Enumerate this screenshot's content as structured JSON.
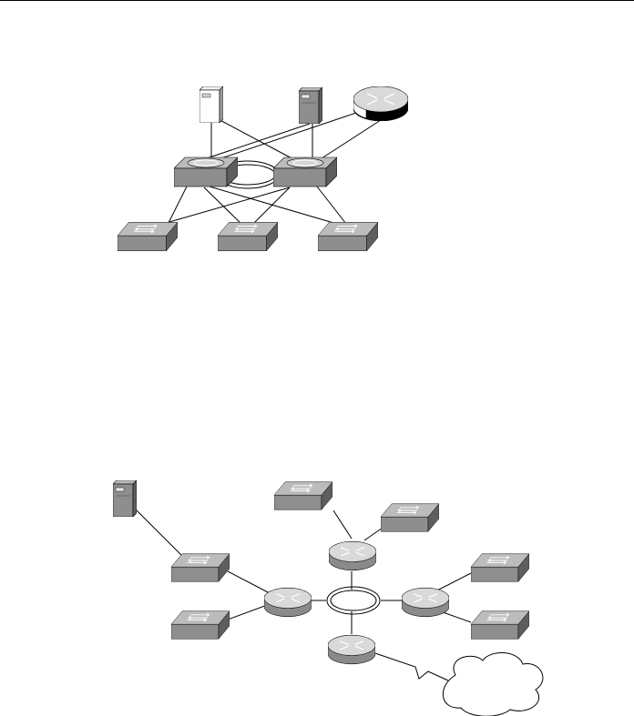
{
  "colors": {
    "device_face": "#8e8e8e",
    "device_side": "#5e5e5e",
    "device_top": "#bcbcbc",
    "router_top": "#d9d9d9",
    "router_body": "#8a8a8a",
    "router_dark_band": "#000000",
    "ring_stroke": "#000000",
    "cloud_fill": "#ffffff",
    "line": "#000000"
  },
  "diagrams": [
    {
      "id": "campus-network",
      "devices": [
        {
          "name": "tower-server-1-icon",
          "kind": "tower-server"
        },
        {
          "name": "tower-server-2-icon",
          "kind": "tower-server"
        },
        {
          "name": "edge-router-icon",
          "kind": "router-dark"
        },
        {
          "name": "multilayer-switch-1-icon",
          "kind": "multilayer-switch"
        },
        {
          "name": "multilayer-switch-2-icon",
          "kind": "multilayer-switch"
        },
        {
          "name": "access-switch-1-icon",
          "kind": "switch"
        },
        {
          "name": "access-switch-2-icon",
          "kind": "switch"
        },
        {
          "name": "access-switch-3-icon",
          "kind": "switch"
        }
      ]
    },
    {
      "id": "ring-network",
      "devices": [
        {
          "name": "server-icon",
          "kind": "tower-server"
        },
        {
          "name": "switch-top-left-icon",
          "kind": "switch"
        },
        {
          "name": "switch-top-right-icon",
          "kind": "switch"
        },
        {
          "name": "switch-left-upper-icon",
          "kind": "switch"
        },
        {
          "name": "switch-left-lower-icon",
          "kind": "switch"
        },
        {
          "name": "switch-right-upper-icon",
          "kind": "switch"
        },
        {
          "name": "switch-right-lower-icon",
          "kind": "switch"
        },
        {
          "name": "router-top-icon",
          "kind": "router"
        },
        {
          "name": "router-left-icon",
          "kind": "router"
        },
        {
          "name": "router-right-icon",
          "kind": "router"
        },
        {
          "name": "router-bottom-icon",
          "kind": "router"
        },
        {
          "name": "wan-cloud-icon",
          "kind": "cloud"
        }
      ]
    }
  ]
}
